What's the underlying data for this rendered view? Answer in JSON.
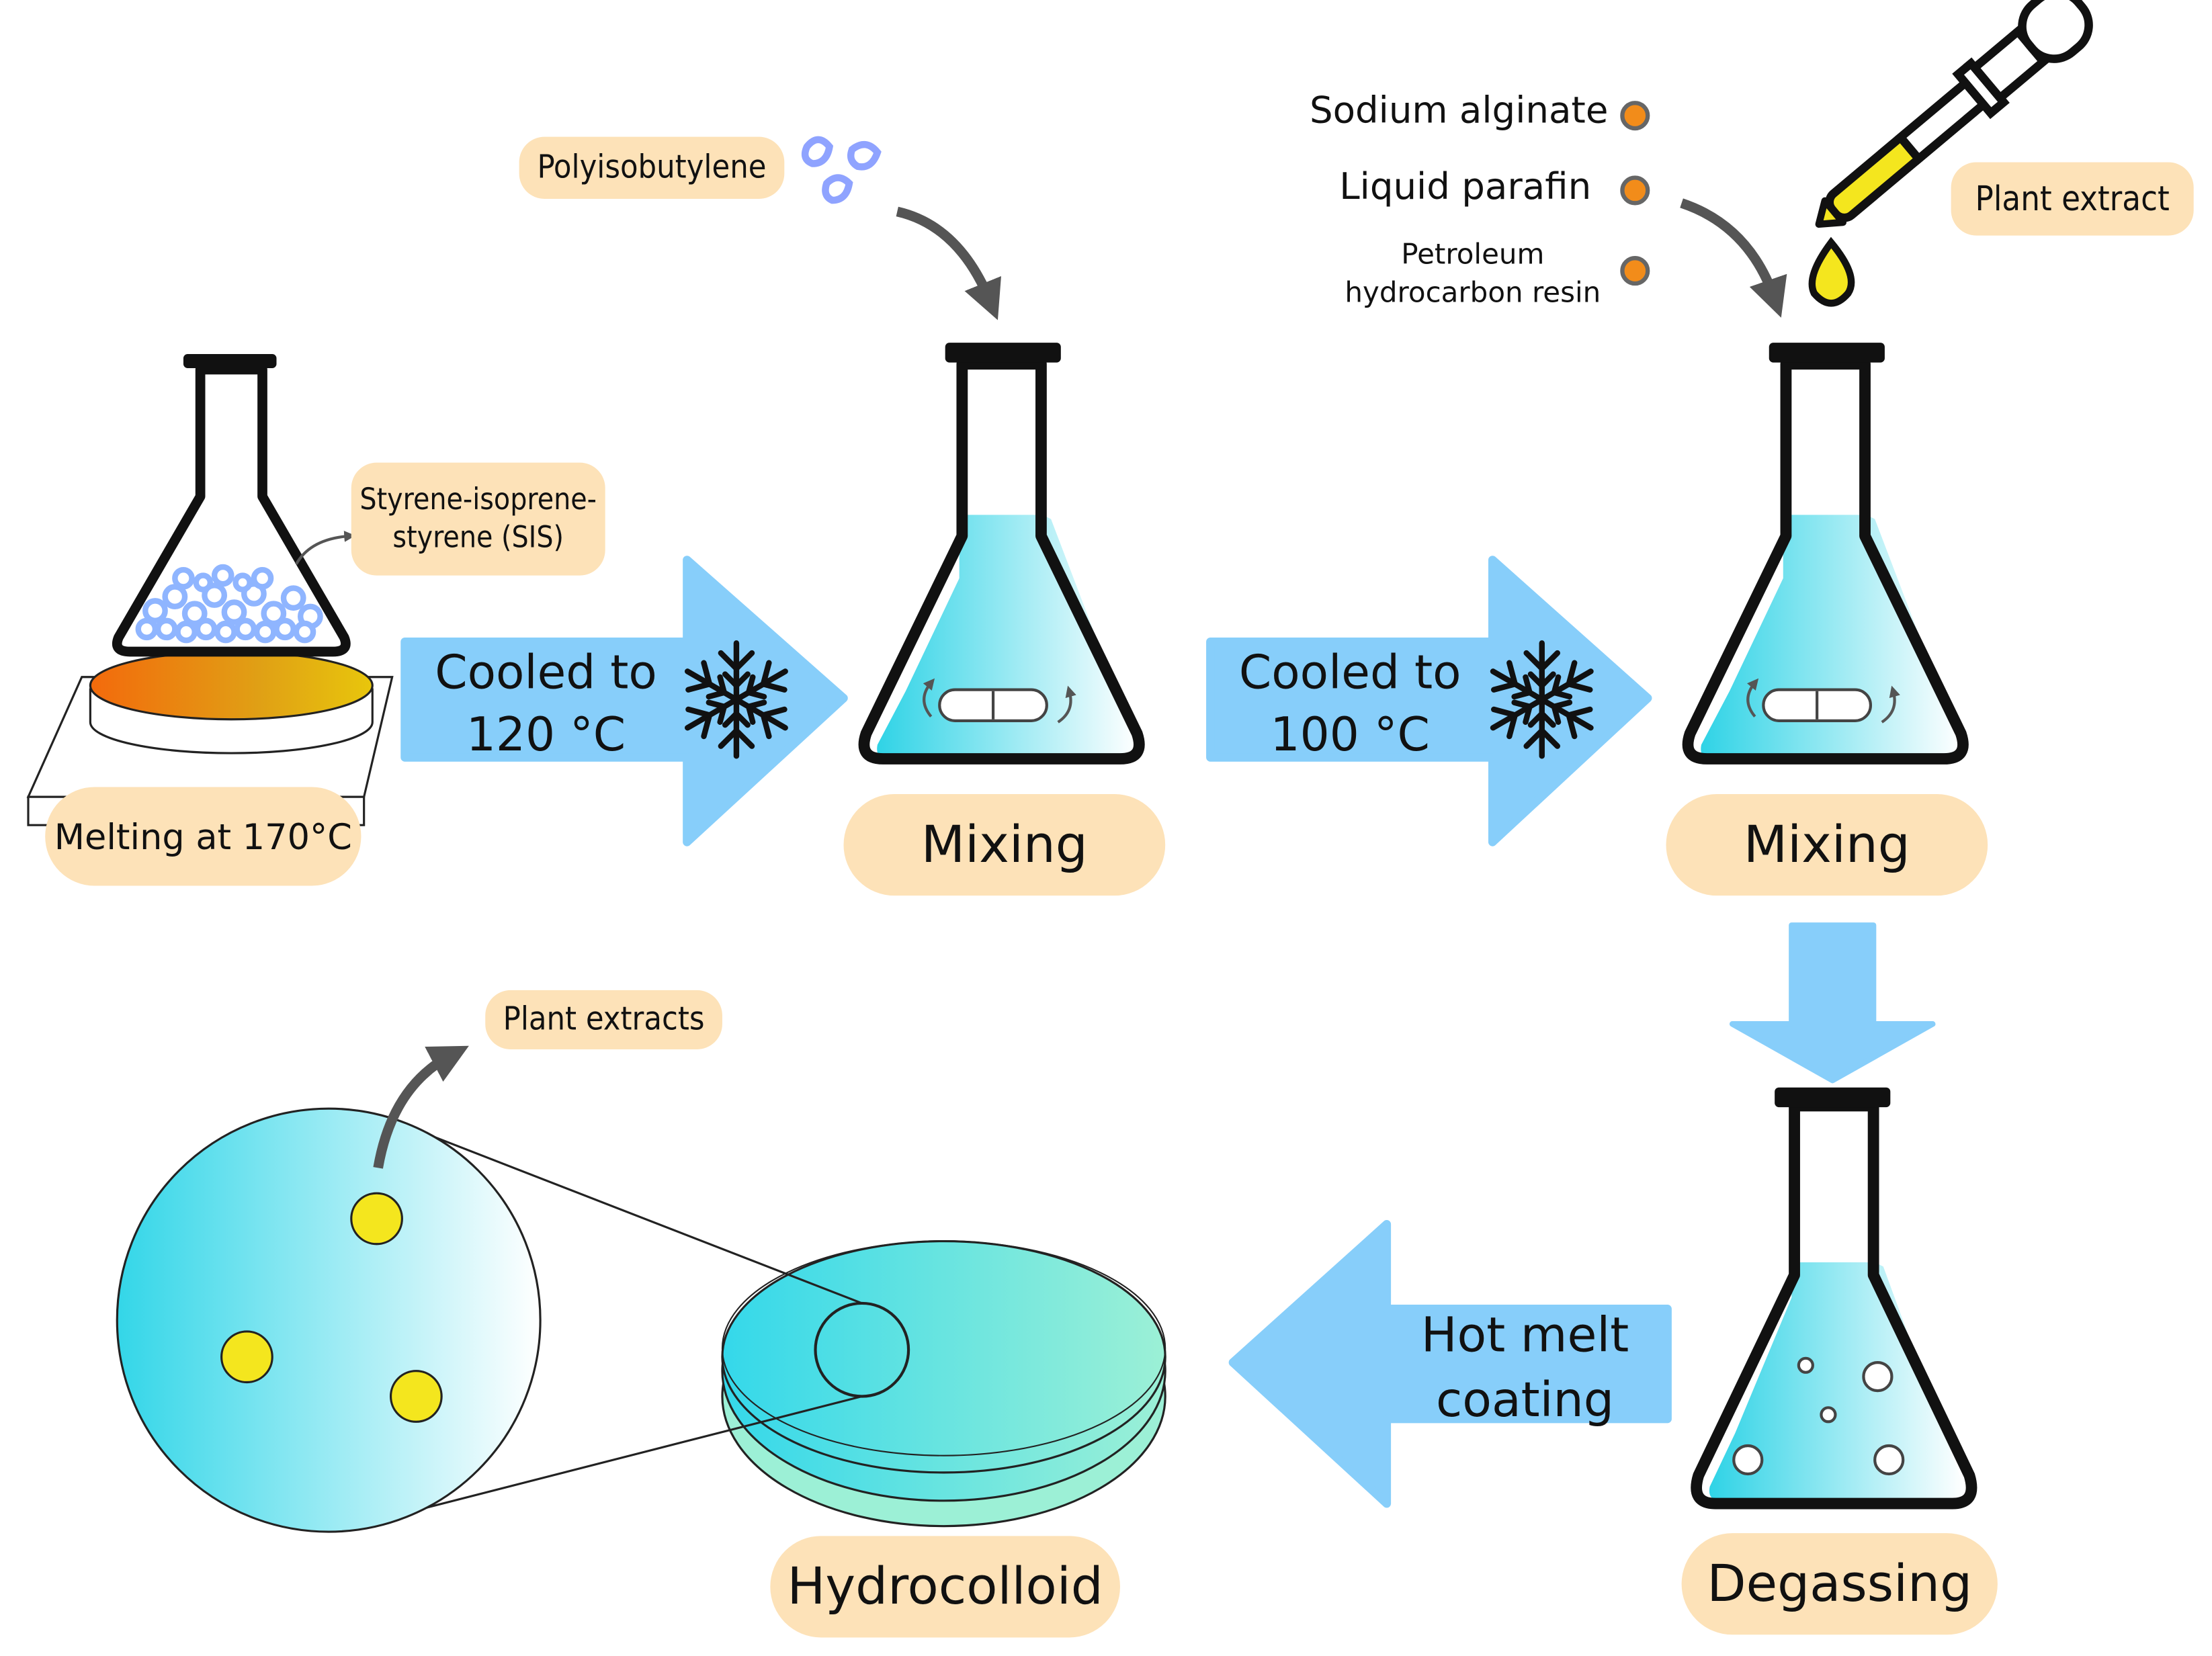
{
  "labels": {
    "melting": "Melting at 170°C",
    "sis_line1": "Styrene-isoprene-",
    "sis_line2": "styrene (SIS)",
    "polyisobutylene": "Polyisobutylene",
    "cooled_120_line1": "Cooled to",
    "cooled_120_line2": "120 °C",
    "mixing_1": "Mixing",
    "cooled_100_line1": "Cooled to",
    "cooled_100_line2": "100 °C",
    "mixing_2": "Mixing",
    "sodium_alginate": "Sodium alginate",
    "liquid_parafin": "Liquid parafin",
    "petroleum_line1": "Petroleum",
    "petroleum_line2": "hydrocarbon resin",
    "plant_extract": "Plant extract",
    "degassing": "Degassing",
    "hot_melt_line1": "Hot melt",
    "hot_melt_line2": "coating",
    "hydrocolloid": "Hydrocolloid",
    "plant_extracts": "Plant extracts"
  },
  "colors": {
    "label_fill": "#fde2b8",
    "arrow_blue": "#87cefa",
    "liquid_cyan": "#3ad6e8",
    "extract_yellow": "#f4e61e",
    "ingredient_orange": "#f28c1a",
    "hotplate_orange": "#f06b0f",
    "pellet_blue": "#8fb5ff"
  },
  "icons": [
    "snowflake-icon",
    "snowflake-icon",
    "dropper-icon",
    "stir-bar-icon"
  ]
}
